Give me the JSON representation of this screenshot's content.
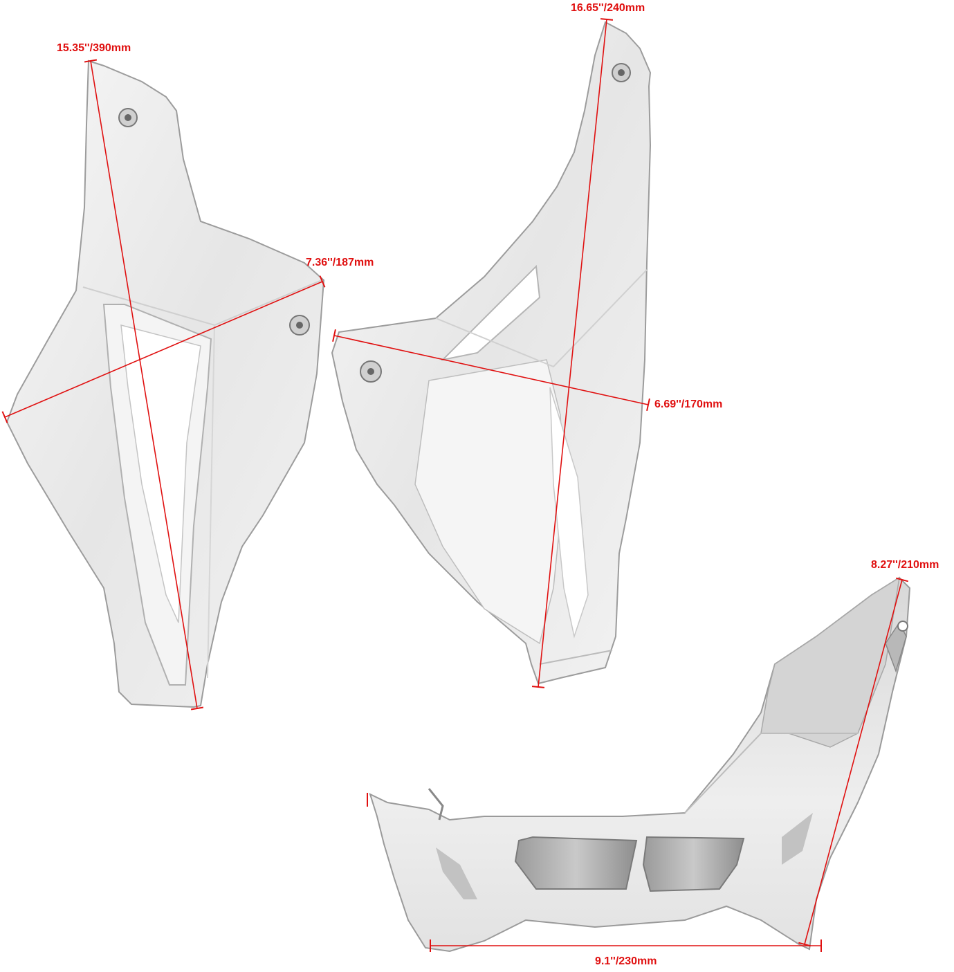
{
  "accent_color": "#e01010",
  "part_color": "#ececec",
  "dimensions": {
    "left_part_height": "15.35''/390mm",
    "left_part_width": "7.36''/187mm",
    "middle_part_height": "16.65''/240mm",
    "middle_part_width": "6.69''/170mm",
    "bottom_part_height": "8.27''/210mm",
    "bottom_part_width": "9.1''/230mm"
  }
}
